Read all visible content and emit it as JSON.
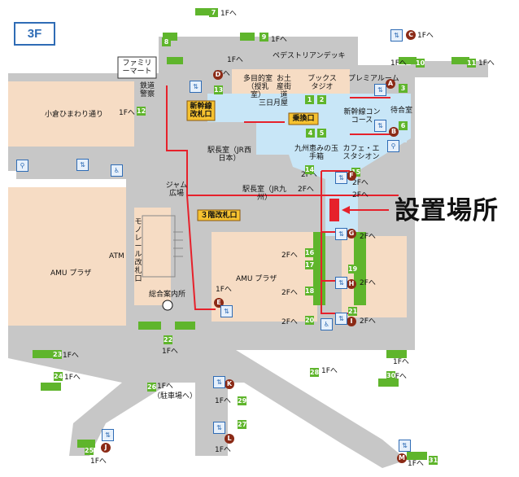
{
  "floor_label": "3F",
  "callout_label": "設置場所",
  "colors": {
    "floor_gray": "#c7c7c7",
    "shop_beige": "#f6dcc4",
    "concourse_blue": "#c8e6f7",
    "route_red": "#e6212b",
    "stair_green": "#5fb52c",
    "badge_brown": "#8b2a16",
    "accent_blue": "#2f6cb5"
  },
  "labels": {
    "pedestrian_deck": "ペデストリアンデッキ",
    "family_mart": "ファミリーマート",
    "railway_police": "鉄道警察",
    "kokura_himawari": "小倉ひまわり通り",
    "nursing_room": "多目的室（授乳室）",
    "souvenir": "お土産街道",
    "book_studio": "ブックスタジオ",
    "premium_room": "プレミアルーム",
    "shinkansen_gate": "新幹線改札口",
    "mikazukiya": "三日月屋",
    "transfer_gate": "乗換口",
    "shinkansen_concourse": "新幹線コンコース",
    "waiting_room": "待合室",
    "stationmaster_west": "駅長室（JR西日本）",
    "kyushu_megumi": "九州恵みの玉手箱",
    "cafe": "カフェ・エスタシオン",
    "jam_plaza": "ジャム広場",
    "gate_3f": "３階改札口",
    "stationmaster_kyushu": "駅長室（JR九州）",
    "monorail_gate": "モノレール改札口",
    "atm": "ATM",
    "amu_plaza_left": "AMU プラザ",
    "amu_plaza_mid": "AMU プラザ",
    "info_center": "総合案内所",
    "parking": "（駐車場へ）"
  },
  "floor_refs": [
    "1Fへ",
    "1Fへ",
    "1Fへ",
    "1Fへ",
    "1Fへ",
    "1Fへ",
    "1Fへ",
    "1Fへ",
    "2Fへ",
    "2Fへ",
    "2Fへ",
    "2Fへ",
    "2Fへ",
    "2Fへ",
    "2Fへ",
    "2Fへ",
    "2Fへ",
    "2Fへ",
    "1Fへ",
    "1Fへ",
    "1Fへ",
    "1Fへ",
    "1Fへ",
    "1Fへ",
    "1Fへ",
    "1Fへ",
    "1Fへ",
    "1Fへ",
    "1Fへ",
    "1Fへ"
  ],
  "stair_numbers": [
    "1",
    "2",
    "3",
    "4",
    "5",
    "6",
    "7",
    "8",
    "9",
    "10",
    "11",
    "12",
    "13",
    "14",
    "15",
    "16",
    "17",
    "18",
    "19",
    "20",
    "21",
    "22",
    "23",
    "24",
    "25",
    "26",
    "27",
    "28",
    "29",
    "30",
    "31"
  ],
  "exit_letters": [
    "A",
    "B",
    "C",
    "D",
    "E",
    "F",
    "G",
    "H",
    "I",
    "J",
    "K",
    "L",
    "M"
  ]
}
